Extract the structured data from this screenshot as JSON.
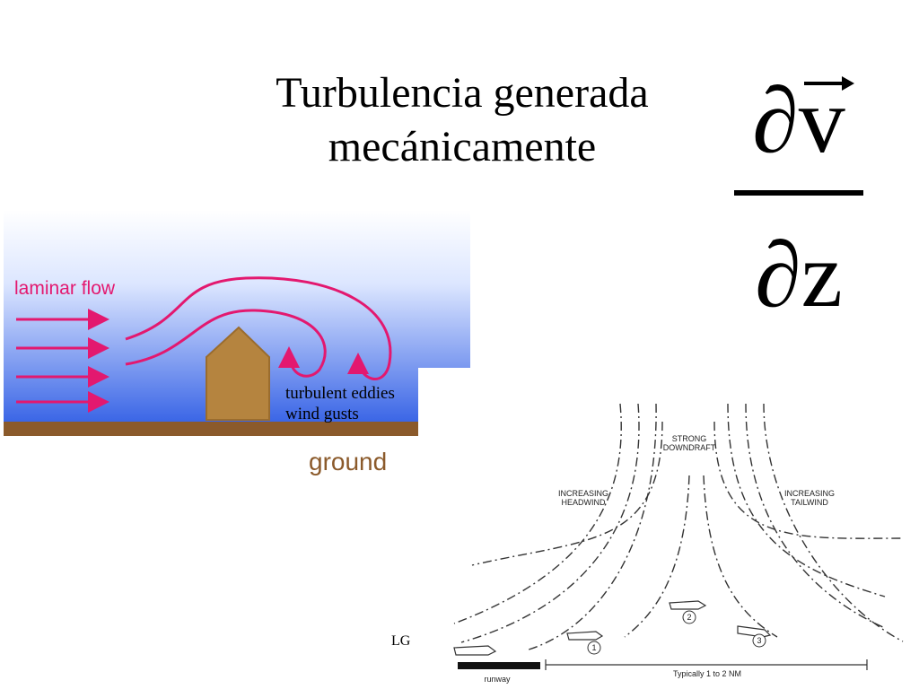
{
  "slide": {
    "title_line1": "Turbulencia generada",
    "title_line2": "mecánicamente",
    "formula": {
      "numerator_symbol": "∂",
      "numerator_var": "v",
      "denominator_symbol": "∂",
      "denominator_var": "z"
    },
    "footer_text": "LG"
  },
  "laminar_figure": {
    "label_laminar": "laminar flow",
    "label_eddies": "turbulent eddies",
    "label_gusts": "wind gusts",
    "label_ground": "ground",
    "colors": {
      "sky_top": "#ffffff",
      "sky_bottom": "#3b66e6",
      "ground": "#8b5a2b",
      "building": "#b5843f",
      "flow": "#e3186f"
    }
  },
  "downdraft_figure": {
    "label_center": [
      "STRONG",
      "DOWNDRAFT"
    ],
    "label_left": [
      "INCREASING",
      "HEADWIND"
    ],
    "label_right": [
      "INCREASING",
      "TAILWIND"
    ],
    "label_runway": "runway",
    "label_distance": "Typically 1 to 2 NM",
    "markers": [
      "1",
      "2",
      "3"
    ]
  }
}
